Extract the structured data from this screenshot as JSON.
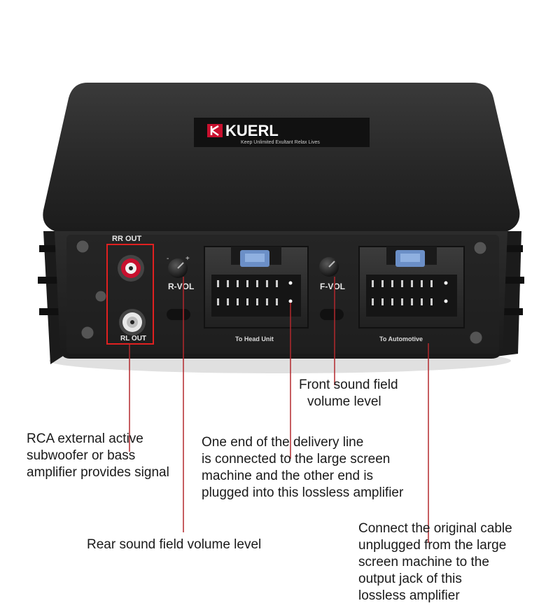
{
  "device": {
    "brand": "KUERL",
    "tagline": "Keep Unlimited Exultant Relax Lives",
    "port_labels": {
      "rr_out": "RR OUT",
      "rl_out": "RL OUT",
      "r_vol": "R-VOL",
      "f_vol": "F-VOL",
      "to_head_unit": "To Head Unit",
      "to_automotive": "To Automotive"
    }
  },
  "annotations": {
    "front_volume": [
      "Front sound field",
      "volume level"
    ],
    "rca": [
      "RCA external active",
      "subwoofer or bass",
      "amplifier provides signal"
    ],
    "delivery_line": [
      "One end of the delivery line",
      "is connected to the large screen",
      "machine and the other end is",
      "plugged into this lossless amplifier"
    ],
    "rear_volume": [
      "Rear sound field volume level"
    ],
    "original_cable": [
      "Connect the original cable",
      "unplugged from the large",
      "screen machine to the",
      "output jack of this",
      "lossless amplifier"
    ]
  },
  "colors": {
    "pointer_line": "#b3282d",
    "highlight_box": "#e02020",
    "device_body": "#2b2b2b",
    "rca_red": "#c8102e"
  }
}
